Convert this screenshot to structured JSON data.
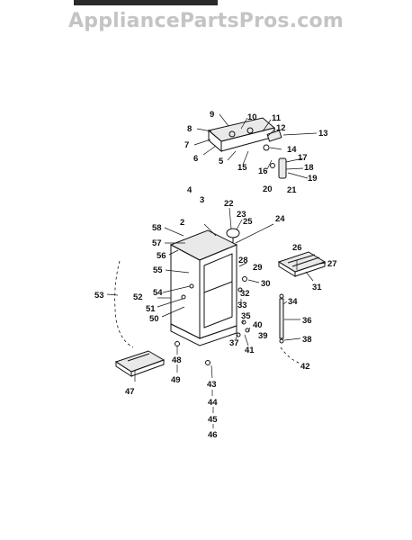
{
  "watermark": "AppliancePartsPros.com",
  "callouts": [
    "2",
    "3",
    "4",
    "5",
    "6",
    "7",
    "8",
    "9",
    "10",
    "11",
    "12",
    "13",
    "14",
    "15",
    "16",
    "17",
    "18",
    "19",
    "20",
    "21",
    "22",
    "23",
    "24",
    "25",
    "26",
    "27",
    "28",
    "29",
    "30",
    "31",
    "32",
    "33",
    "34",
    "35",
    "36",
    "37",
    "38",
    "39",
    "40",
    "41",
    "42",
    "43",
    "44",
    "45",
    "46",
    "47",
    "48",
    "49",
    "50",
    "51",
    "52",
    "53",
    "54",
    "55",
    "56",
    "57",
    "58"
  ]
}
